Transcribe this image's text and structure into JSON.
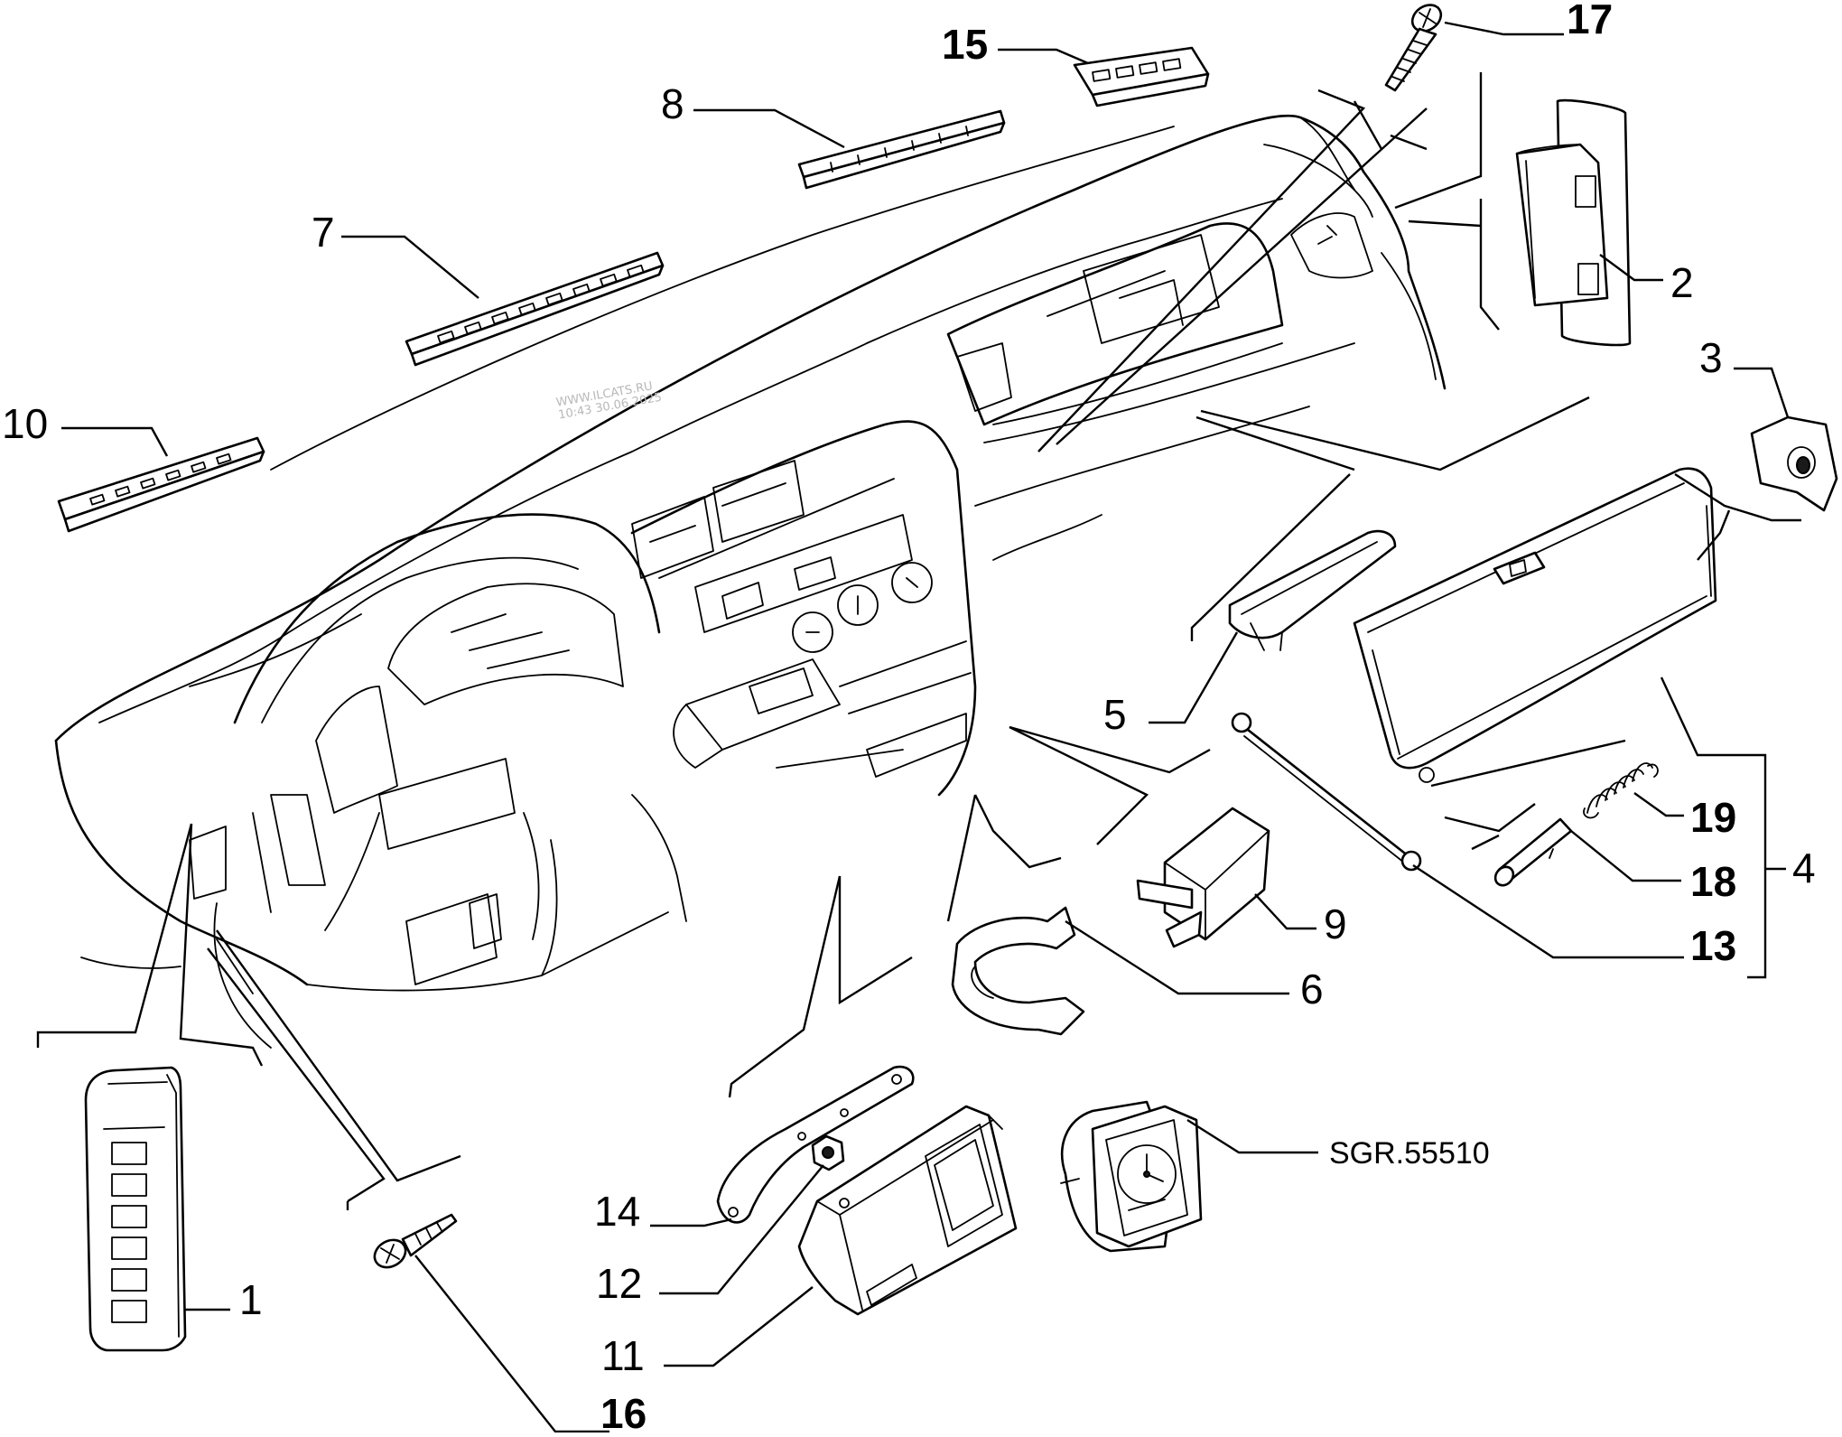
{
  "diagram": {
    "reference_code": "SGR.55510",
    "watermark": {
      "site": "WWW.ILCATS.RU",
      "stamp": "10:43 30.06.2025"
    },
    "callouts": [
      {
        "id": "p1",
        "label": "1",
        "bold": false
      },
      {
        "id": "p2",
        "label": "2",
        "bold": false
      },
      {
        "id": "p3",
        "label": "3",
        "bold": false
      },
      {
        "id": "p4",
        "label": "4",
        "bold": false
      },
      {
        "id": "p5",
        "label": "5",
        "bold": false
      },
      {
        "id": "p6",
        "label": "6",
        "bold": false
      },
      {
        "id": "p7",
        "label": "7",
        "bold": false
      },
      {
        "id": "p8",
        "label": "8",
        "bold": false
      },
      {
        "id": "p9",
        "label": "9",
        "bold": false
      },
      {
        "id": "p10",
        "label": "10",
        "bold": false
      },
      {
        "id": "p11",
        "label": "11",
        "bold": false
      },
      {
        "id": "p12",
        "label": "12",
        "bold": false
      },
      {
        "id": "p13",
        "label": "13",
        "bold": true
      },
      {
        "id": "p14",
        "label": "14",
        "bold": false
      },
      {
        "id": "p15",
        "label": "15",
        "bold": true
      },
      {
        "id": "p16",
        "label": "16",
        "bold": true
      },
      {
        "id": "p17",
        "label": "17",
        "bold": true
      },
      {
        "id": "p18",
        "label": "18",
        "bold": true
      },
      {
        "id": "p19",
        "label": "19",
        "bold": true
      }
    ]
  }
}
